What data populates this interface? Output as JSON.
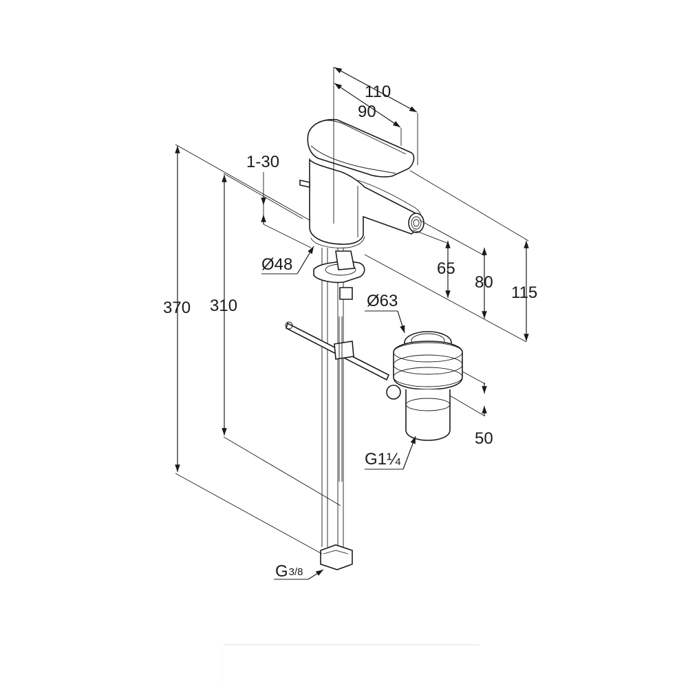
{
  "dimensions": {
    "d110": "110",
    "d90": "90",
    "d1_30": "1-30",
    "d48": "Ø48",
    "d370": "370",
    "d310": "310",
    "d65": "65",
    "d80": "80",
    "d115": "115",
    "d63": "Ø63",
    "d50": "50",
    "g1_4": "G1¼",
    "g3_8_main": "G",
    "g3_8_frac": "3/8"
  }
}
